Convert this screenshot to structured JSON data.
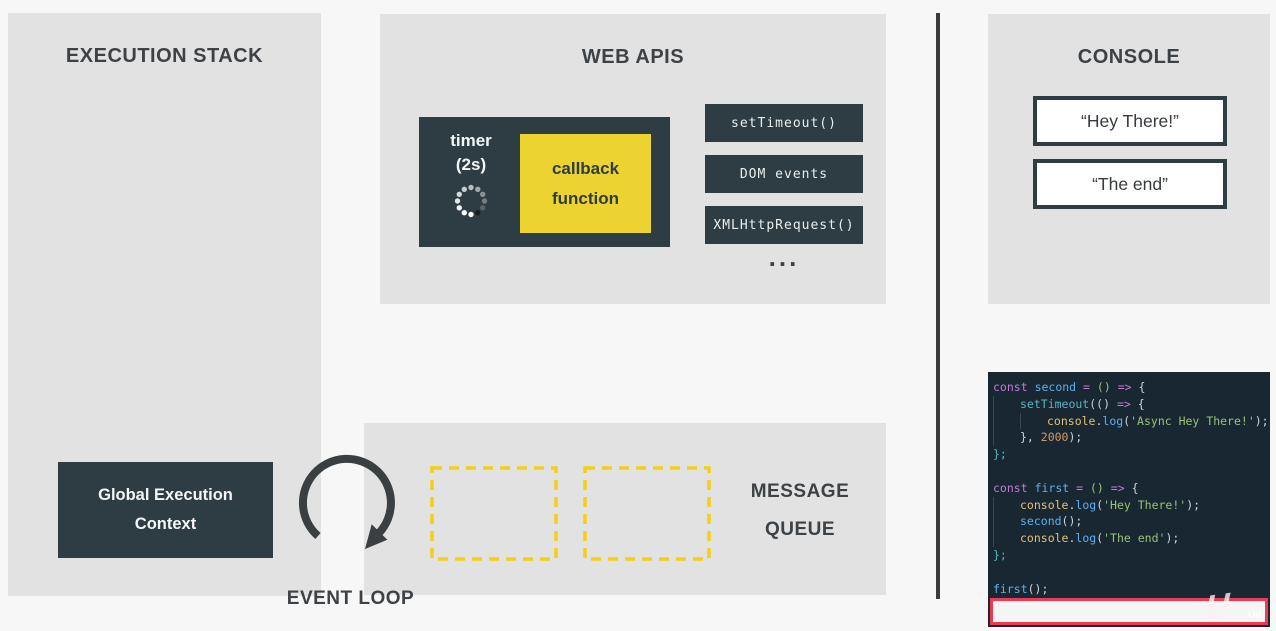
{
  "execution_stack": {
    "title": "EXECUTION STACK",
    "global_context": {
      "line1": "Global Execution",
      "line2": "Context"
    }
  },
  "web_apis": {
    "title": "WEB APIS",
    "timer_label": "timer",
    "timer_duration": "(2s)",
    "callback_line1": "callback",
    "callback_line2": "function",
    "api_buttons": [
      "setTimeout()",
      "DOM events",
      "XMLHttpRequest()"
    ],
    "ellipsis": "..."
  },
  "console": {
    "title": "CONSOLE",
    "outputs": [
      "“Hey There!”",
      "“The end”"
    ]
  },
  "message_queue": {
    "title_line1": "MESSAGE",
    "title_line2": "QUEUE"
  },
  "event_loop": {
    "label": "EVENT LOOP"
  },
  "watermark": {
    "glyph": "U",
    "text": "Ud"
  },
  "colors": {
    "panel_gray": "#e2e2e2",
    "dark_slate": "#2e3d44",
    "callback_yellow": "#edd32f",
    "queue_dash_yellow": "#f4cf15",
    "highlight_red": "#ee3a53",
    "code_background": "#182731"
  },
  "code": {
    "lines": [
      {
        "ind": 0,
        "tok": [
          [
            "c",
            "const"
          ],
          [
            "p",
            " "
          ],
          [
            "b",
            "second"
          ],
          [
            "p",
            " "
          ],
          [
            "c",
            "="
          ],
          [
            "p",
            " "
          ],
          [
            "s",
            "()"
          ],
          [
            "p",
            " "
          ],
          [
            "c",
            "=>"
          ],
          [
            "p",
            " {"
          ]
        ]
      },
      {
        "ind": 1,
        "tok": [
          [
            "t",
            "setTimeout"
          ],
          [
            "p",
            "(() "
          ],
          [
            "c",
            "=>"
          ],
          [
            "p",
            " {"
          ]
        ]
      },
      {
        "ind": 2,
        "tok": [
          [
            "y",
            "console"
          ],
          [
            "p",
            "."
          ],
          [
            "b",
            "log"
          ],
          [
            "p",
            "("
          ],
          [
            "s",
            "'Async Hey There!'"
          ],
          [
            "p",
            ");"
          ]
        ]
      },
      {
        "ind": 1,
        "tok": [
          [
            "p",
            "}, "
          ],
          [
            "n",
            "2000"
          ],
          [
            "p",
            ");"
          ]
        ]
      },
      {
        "ind": 0,
        "tok": [
          [
            "t",
            "};"
          ]
        ]
      },
      {
        "ind": 0,
        "tok": []
      },
      {
        "ind": 0,
        "tok": [
          [
            "c",
            "const"
          ],
          [
            "p",
            " "
          ],
          [
            "b",
            "first"
          ],
          [
            "p",
            " "
          ],
          [
            "c",
            "="
          ],
          [
            "p",
            " "
          ],
          [
            "s",
            "()"
          ],
          [
            "p",
            " "
          ],
          [
            "c",
            "=>"
          ],
          [
            "p",
            " {"
          ]
        ]
      },
      {
        "ind": 1,
        "tok": [
          [
            "y",
            "console"
          ],
          [
            "p",
            "."
          ],
          [
            "b",
            "log"
          ],
          [
            "p",
            "("
          ],
          [
            "s",
            "'Hey There!'"
          ],
          [
            "p",
            ");"
          ]
        ]
      },
      {
        "ind": 1,
        "tok": [
          [
            "b",
            "second"
          ],
          [
            "p",
            "();"
          ]
        ]
      },
      {
        "ind": 1,
        "tok": [
          [
            "y",
            "console"
          ],
          [
            "p",
            "."
          ],
          [
            "b",
            "log"
          ],
          [
            "p",
            "("
          ],
          [
            "s",
            "'The end'"
          ],
          [
            "p",
            ");"
          ]
        ]
      },
      {
        "ind": 0,
        "tok": [
          [
            "t",
            "};"
          ]
        ]
      },
      {
        "ind": 0,
        "tok": []
      },
      {
        "ind": 0,
        "tok": [
          [
            "b",
            "first"
          ],
          [
            "p",
            "();"
          ]
        ]
      }
    ]
  }
}
